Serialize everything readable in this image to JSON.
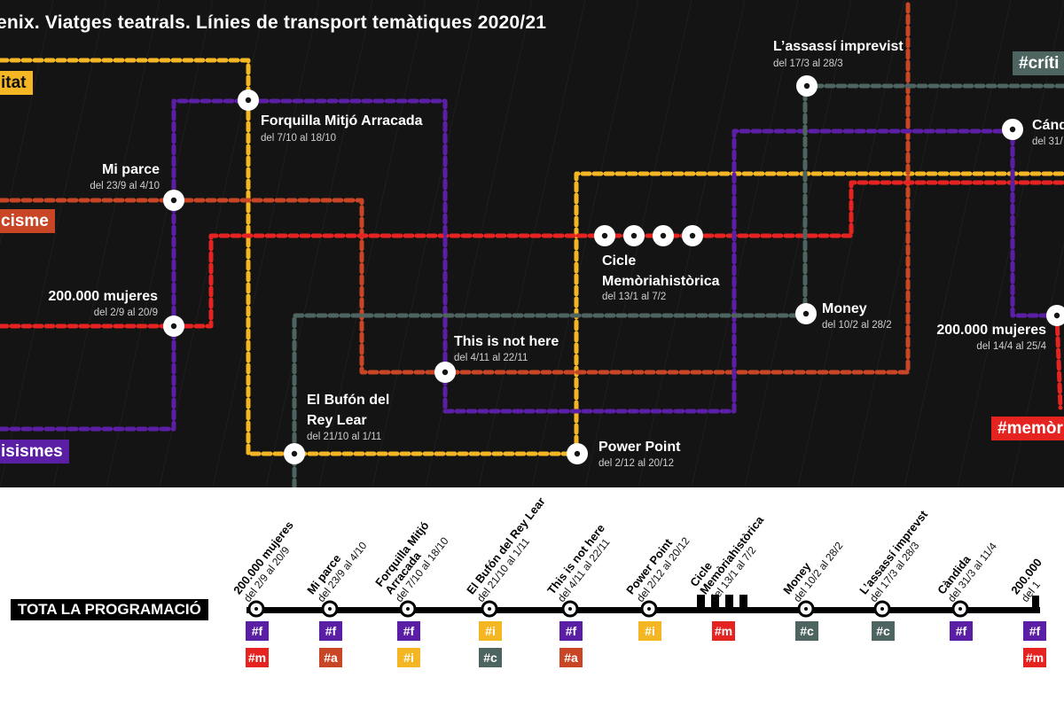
{
  "title": "enix. Viatges teatrals.  Línies de transport temàtiques 2020/21",
  "colors": {
    "background": "#141414",
    "feminismes": "#5b1fa6",
    "identitat": "#f4b623",
    "memoria": "#e52422",
    "critica": "#4e6460",
    "classisme": "#c84526"
  },
  "line_tags": [
    {
      "id": "identitat",
      "text": "itat",
      "color": "#f4b623",
      "text_color": "#111"
    },
    {
      "id": "classisme",
      "text": "cisme",
      "color": "#c84526",
      "text_color": "#fff"
    },
    {
      "id": "feminismes",
      "text": "isismes",
      "color": "#5b1fa6",
      "text_color": "#fff"
    },
    {
      "id": "critica",
      "text": "#críti",
      "color": "#4e6460",
      "text_color": "#fff"
    },
    {
      "id": "memoria",
      "text": "#memòriah",
      "color": "#e52422",
      "text_color": "#fff"
    }
  ],
  "stops": [
    {
      "id": "forquilla",
      "title": "Forquilla Mitjó Arracada",
      "date": "del 7/10 al 18/10"
    },
    {
      "id": "miparce",
      "title": "Mi parce",
      "date": "del 23/9 al 4/10"
    },
    {
      "id": "mujeres1",
      "title": "200.000 mujeres",
      "date": "del 2/9 al 20/9"
    },
    {
      "id": "thisis",
      "title": "This is not here",
      "date": "del 4/11 al 22/11"
    },
    {
      "id": "bufon",
      "title": "El Bufón del",
      "title2": "Rey Lear",
      "date": "del 21/10 al 1/11"
    },
    {
      "id": "power",
      "title": "Power Point",
      "date": "del 2/12 al 20/12"
    },
    {
      "id": "cicle",
      "title": "Cicle",
      "title2": "Memòriahistòrica",
      "date": "del 13/1 al 7/2"
    },
    {
      "id": "assassi",
      "title": "L’assassí imprevist",
      "date": "del 17/3 al 28/3"
    },
    {
      "id": "money",
      "title": "Money",
      "date": "del 10/2 al 28/2"
    },
    {
      "id": "candida",
      "title": "Cánd",
      "date": "del 31/"
    },
    {
      "id": "mujeres2",
      "title": "200.000 mujeres",
      "date": "del 14/4 al 25/4"
    }
  ],
  "timeline": {
    "label": "TOTA LA PROGRAMACIÓ",
    "items": [
      {
        "name": "200.000 mujeres",
        "date": "del 2/9 al 20/9",
        "tags": [
          {
            "t": "#f",
            "c": "#5b1fa6"
          },
          {
            "t": "#m",
            "c": "#e52422"
          }
        ]
      },
      {
        "name": "Mi parce",
        "date": "del 23/9 al 4/10",
        "tags": [
          {
            "t": "#f",
            "c": "#5b1fa6"
          },
          {
            "t": "#a",
            "c": "#c84526"
          }
        ]
      },
      {
        "name": "Forquilla Mitjó",
        "name2": "Arracada",
        "date": "del 7/10 al 18/10",
        "tags": [
          {
            "t": "#f",
            "c": "#5b1fa6"
          },
          {
            "t": "#i",
            "c": "#f4b623"
          }
        ]
      },
      {
        "name": "El Bufón del Rey Lear",
        "date": "del 21/10 al 1/11",
        "tags": [
          {
            "t": "#i",
            "c": "#f4b623"
          },
          {
            "t": "#c",
            "c": "#4e6460"
          }
        ]
      },
      {
        "name": "This is not here",
        "date": "del 4/11 al 22/11",
        "tags": [
          {
            "t": "#f",
            "c": "#5b1fa6"
          },
          {
            "t": "#a",
            "c": "#c84526"
          }
        ]
      },
      {
        "name": "Power Point",
        "date": "del 2/12 al 20/12",
        "tags": [
          {
            "t": "#i",
            "c": "#f4b623"
          }
        ]
      },
      {
        "name": "Cicle",
        "name2": "Memòriahistòrica",
        "date": "del 13/1 al 7/2",
        "tags": [
          {
            "t": "#m",
            "c": "#e52422"
          }
        ]
      },
      {
        "name": "Money",
        "date": "del 10/2 al 28/2",
        "tags": [
          {
            "t": "#c",
            "c": "#4e6460"
          }
        ]
      },
      {
        "name": "L’assassí imprevst",
        "date": "del 17/3 al 28/3",
        "tags": [
          {
            "t": "#c",
            "c": "#4e6460"
          }
        ]
      },
      {
        "name": "Càndida",
        "date": "del 31/3 al 11/4",
        "tags": [
          {
            "t": "#f",
            "c": "#5b1fa6"
          }
        ]
      },
      {
        "name": "200.000",
        "date": "del 1",
        "tags": [
          {
            "t": "#f",
            "c": "#5b1fa6"
          },
          {
            "t": "#m",
            "c": "#e52422"
          }
        ]
      }
    ]
  }
}
